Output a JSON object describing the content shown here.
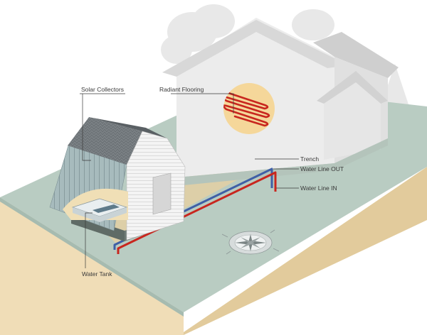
{
  "diagram": {
    "labels": {
      "solar_collectors": "Solar Collectors",
      "radiant_flooring": "Radiant Flooring",
      "trench": "Trench",
      "water_line_out": "Water Line OUT",
      "water_line_in": "Water Line IN",
      "water_tank": "Water Tank"
    },
    "colors": {
      "ground_top": "#b9ccc2",
      "soil_front": "#efdcb4",
      "soil_side": "#e2cb9c",
      "house_wall": "#ececec",
      "roof": "#d9d9d9",
      "collector_panel": "#9fb3b5",
      "shingle_roof": "#6e7478",
      "water_line_out": "#3f5fa6",
      "water_line_in": "#c8261e",
      "radiant_coil": "#c8261e",
      "radiant_disc": "#f5d79a"
    },
    "icons": {
      "compass": "compass-rose-icon"
    }
  }
}
